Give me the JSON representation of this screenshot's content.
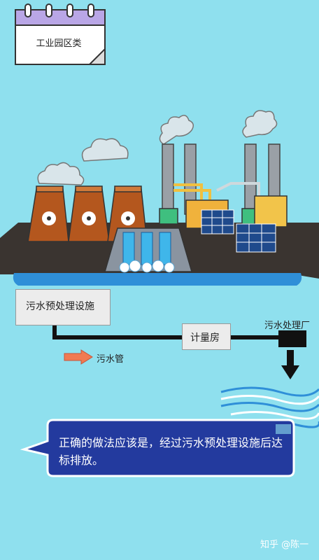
{
  "category_label": "工业园区类",
  "pretreatment_label": "污水预处理设施",
  "meter_room_label": "计量房",
  "treatment_plant_label": "污水处理厂",
  "legend": {
    "pipe_label": "污水管",
    "arrow_color": "#f07a52"
  },
  "message": "正确的做法应该是，经过污水预处理设施后达标排放。",
  "watermark": "知乎 @陈一",
  "colors": {
    "background": "#8fe0ee",
    "ground": "#3a3430",
    "water": "#2f8fd8",
    "bubble": "#233a9e",
    "cooling_tower": "#b4571e",
    "pipe": "#111111"
  }
}
